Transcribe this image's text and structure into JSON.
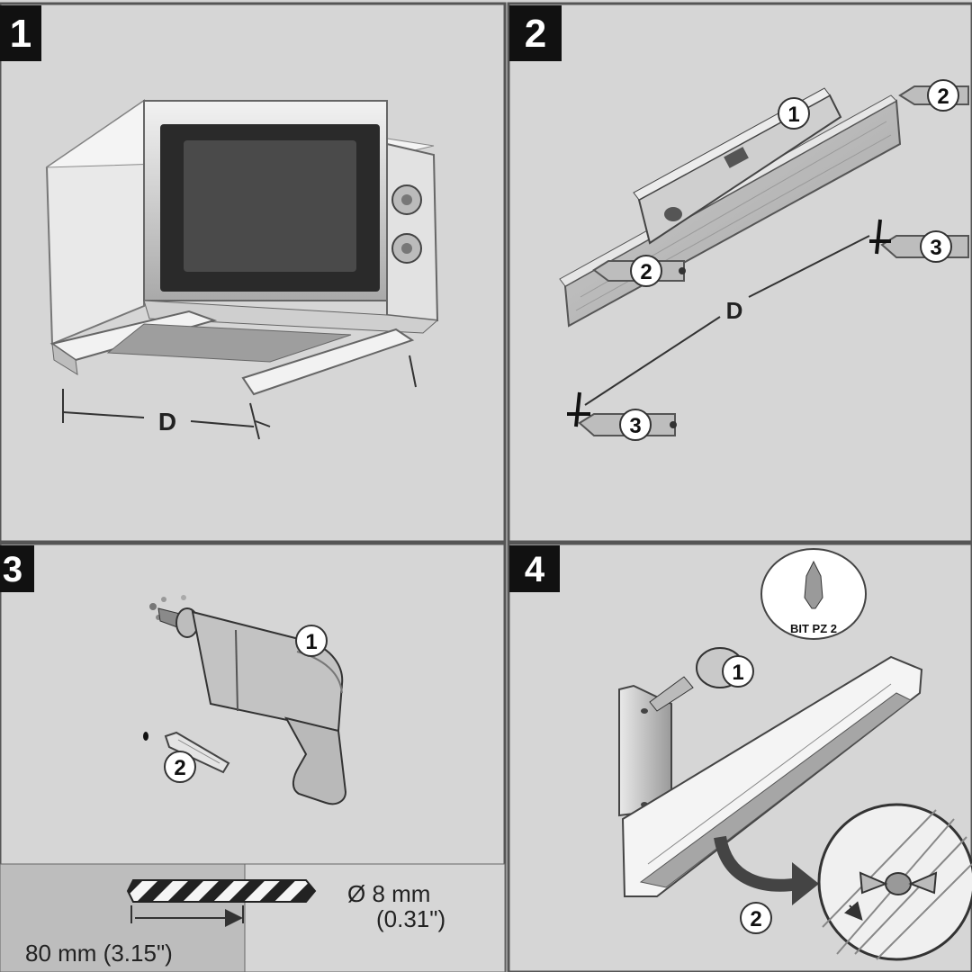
{
  "colors": {
    "background": "#d4d4d4",
    "panel_border": "#555555",
    "step_badge": "#111111",
    "step_badge_text": "#ffffff",
    "drill_bit_stripe": "#222222",
    "dimension_panel": "#bdbdbd"
  },
  "steps": [
    {
      "number": "1",
      "dimension_label": "D",
      "illustration": "microwave-on-brackets"
    },
    {
      "number": "2",
      "dimension_label": "D",
      "callouts": [
        "1",
        "2",
        "2",
        "3",
        "3"
      ],
      "illustration": "spirit-level-on-bracket-with-wall-marks"
    },
    {
      "number": "3",
      "callouts": [
        "1",
        "2"
      ],
      "illustration": "drill-and-wall-plug",
      "bit_diameter": "Ø 8 mm",
      "bit_diameter_imperial": "(0.31\")",
      "drill_depth": "80 mm (3.15\")"
    },
    {
      "number": "4",
      "callouts": [
        "1",
        "2"
      ],
      "bit_label": "BIT PZ 2",
      "illustration": "screwdriver-fixing-bracket-with-wing-nut-detail"
    }
  ]
}
